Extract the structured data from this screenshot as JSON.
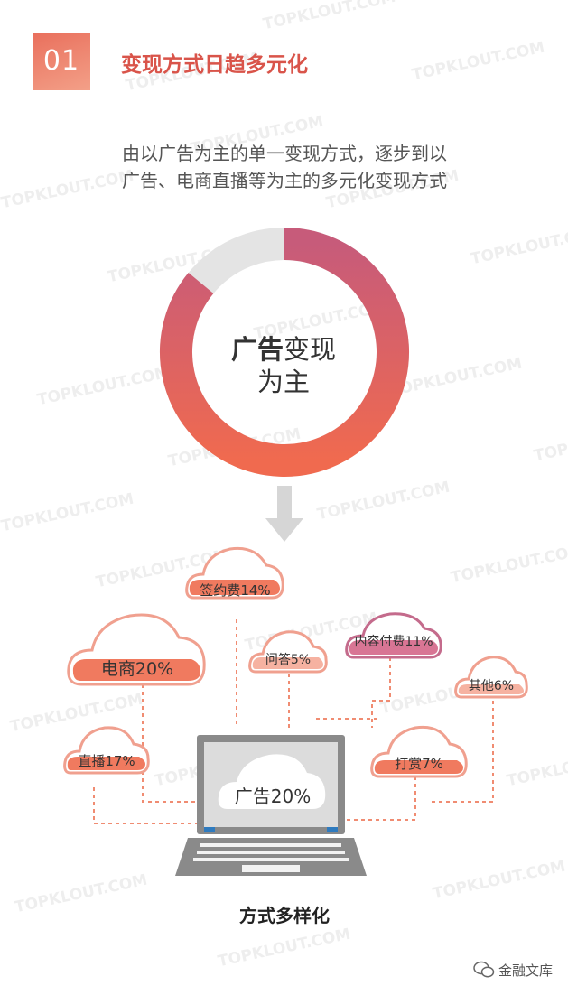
{
  "header": {
    "number": "01",
    "title": "变现方式日趋多元化"
  },
  "subtitle": {
    "line1": "由以广告为主的单一变现方式，逐步到以",
    "line2": "广告、电商直播等为主的多元化变现方式"
  },
  "donut": {
    "label_bold": "广告",
    "label_rest": "变现",
    "label_line2": "为主",
    "fraction_colored": 0.86,
    "colors": {
      "start": "#c75b7a",
      "end": "#f06a4f",
      "rest": "#e4e4e4"
    }
  },
  "clouds": {
    "sign": "签约费14%",
    "ecommerce": "电商20%",
    "qa": "问答5%",
    "content_pay": "内容付费11%",
    "other": "其他6%",
    "live": "直播17%",
    "tip": "打赏7%",
    "ad": "广告20%"
  },
  "bottom_title": "方式多样化",
  "brand": "金融文库",
  "watermark": "TOPKLOUT.COM",
  "accent_color": "#ea6a52"
}
